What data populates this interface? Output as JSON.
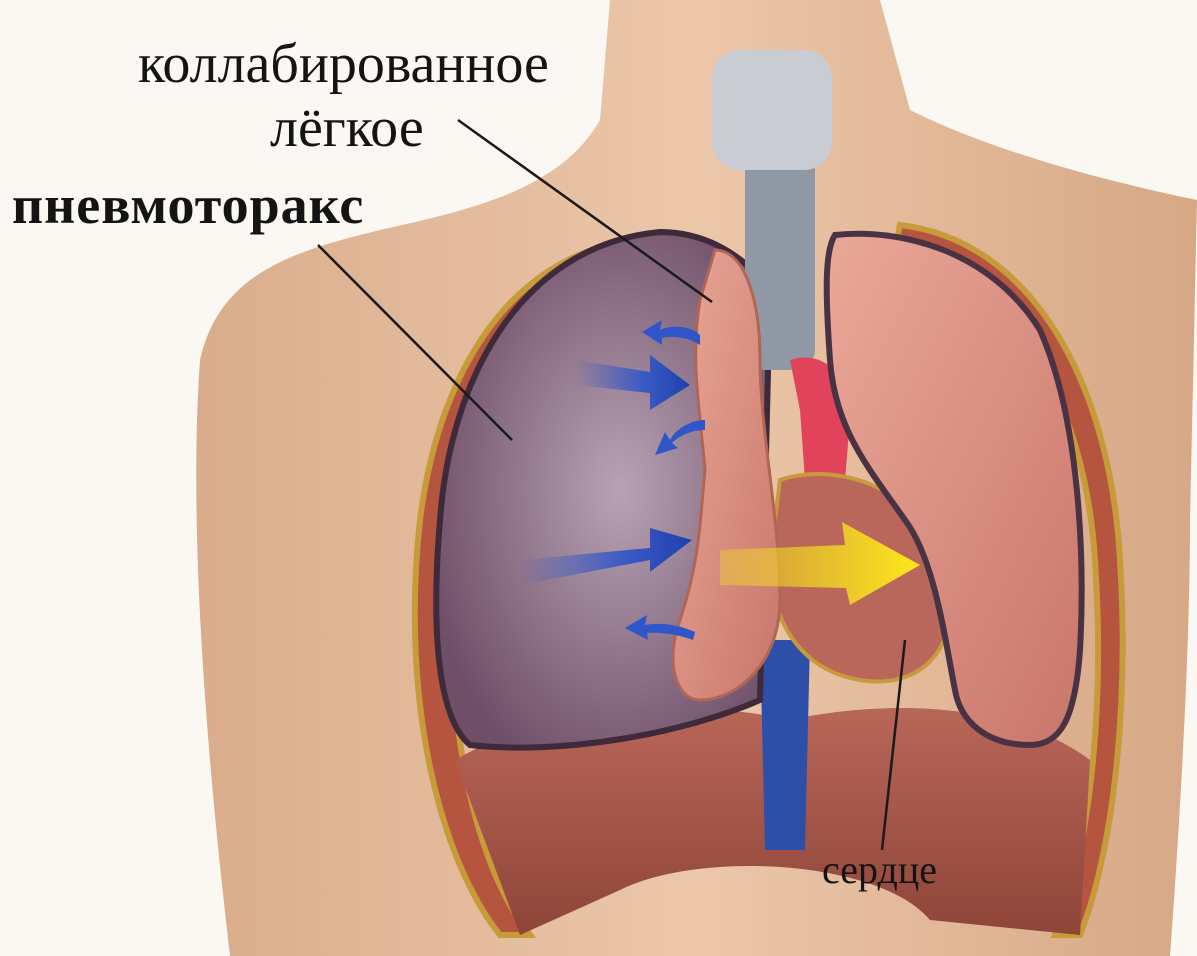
{
  "labels": {
    "collapsed_lung_line1": "коллабированное",
    "collapsed_lung_line2": "лёгкое",
    "pneumothorax": "пневмоторакс",
    "heart": "сердце"
  },
  "colors": {
    "skin": "#e7c2a3",
    "pleural_air": "#7a5a72",
    "lung": "#d38b7a",
    "diaphragm": "#a9574a",
    "air_arrow": "#2f55c8",
    "shift_arrow": "#f5e11a",
    "trachea": "#9aa2ad",
    "aorta": "#e0435a",
    "vena_cava": "#2d4fa8",
    "rib_band": "#c79a3a"
  },
  "icons": [
    "air-inflow-arrow",
    "mediastinal-shift-arrow"
  ]
}
